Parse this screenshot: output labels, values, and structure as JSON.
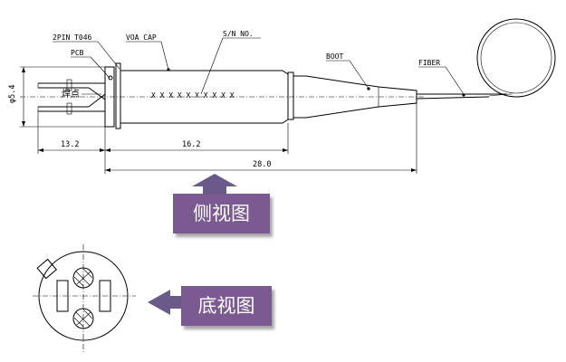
{
  "labels": {
    "pin": "2PIN T046",
    "pcb": "PCB",
    "voa_cap": "VOA CAP",
    "sn": "S/N NO.",
    "boot": "BOOT",
    "fiber": "FIBER",
    "solder_point": "焊点",
    "serial_marks": "X X X X X X X X X X"
  },
  "dimensions": {
    "diameter": "φ5.4",
    "lead_length": "13.2",
    "cap_length": "16.2",
    "overall_length": "28.0"
  },
  "callouts": {
    "side_view": "侧视图",
    "bottom_view": "底视图"
  },
  "colors": {
    "callout_fill": "#7a5a91",
    "arrow_fill": "#6a5a8a"
  }
}
